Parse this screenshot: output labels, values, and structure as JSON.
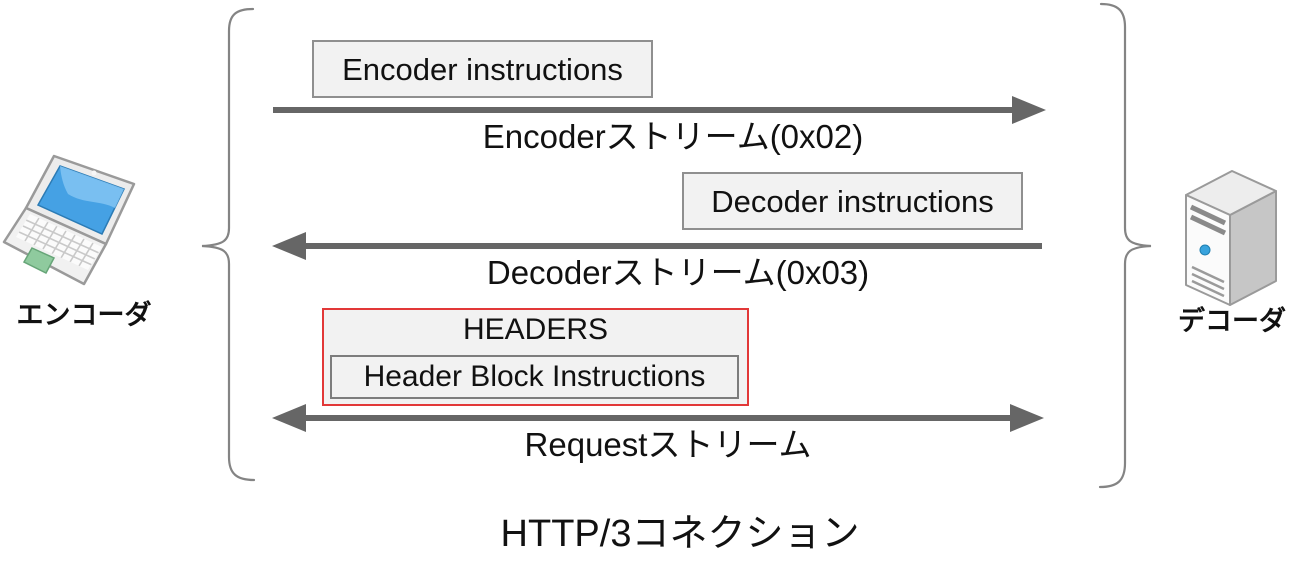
{
  "diagram": {
    "type": "sequence-diagram",
    "title": "HTTP/3コネクション",
    "nodes": {
      "left": {
        "label": "エンコーダ",
        "icon": "laptop-icon"
      },
      "right": {
        "label": "デコーダ",
        "icon": "server-icon"
      }
    },
    "streams": [
      {
        "name": "encoder-stream",
        "direction": "left-to-right",
        "message_box": "Encoder instructions",
        "label": "Encoderストリーム(0x02)"
      },
      {
        "name": "decoder-stream",
        "direction": "right-to-left",
        "message_box": "Decoder instructions",
        "label": "Decoderストリーム(0x03)"
      },
      {
        "name": "request-stream",
        "direction": "bidirectional",
        "message_box": "HEADERS",
        "message_box_inner": "Header Block Instructions",
        "label": "Requestストリーム"
      }
    ],
    "colors": {
      "arrow": "#666666",
      "brace": "#848484",
      "box_fill": "#f2f2f2",
      "box_border": "#8f8f8f",
      "highlight_border": "#e23838",
      "screen_blue": "#45a1e4",
      "touchpad_green": "#8fca9e",
      "power_button_blue": "#38a3dd"
    }
  }
}
